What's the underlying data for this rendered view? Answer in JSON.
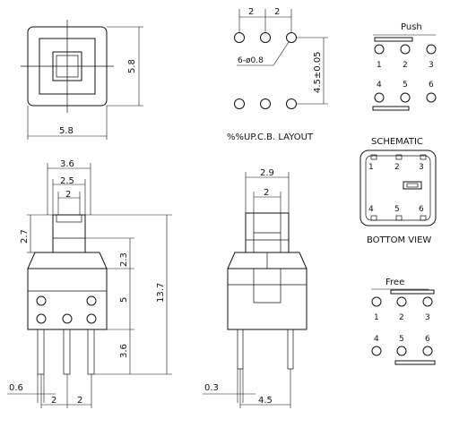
{
  "top_view": {
    "dim_width": "5.8",
    "dim_height": "5.8"
  },
  "pcb_layout": {
    "pitch_a": "2",
    "pitch_b": "2",
    "hole_spec": "6-ø0.8",
    "row_spacing": "4.5±0.05",
    "caption": "%%UP.C.B. LAYOUT"
  },
  "push": {
    "title": "Push",
    "top_labels": [
      "1",
      "2",
      "3"
    ],
    "bottom_labels": [
      "4",
      "5",
      "6"
    ]
  },
  "schematic": {
    "title": "SCHEMATIC",
    "top_labels": [
      "1",
      "2",
      "3"
    ],
    "bottom_labels": [
      "4",
      "5",
      "6"
    ],
    "caption": "BOTTOM VIEW"
  },
  "front_view": {
    "dim_36": "3.6",
    "dim_25": "2.5",
    "dim_2": "2",
    "dim_27": "2.7",
    "dim_23": "2.3",
    "dim_5": "5",
    "dim_137": "13.7",
    "dim_36b": "3.6",
    "dim_06": "0.6",
    "pitch_a": "2",
    "pitch_b": "2"
  },
  "side_view": {
    "dim_29": "2.9",
    "dim_2": "2",
    "dim_03": "0.3",
    "dim_45": "4.5"
  },
  "free": {
    "title": "Free",
    "top_labels": [
      "1",
      "2",
      "3"
    ],
    "bottom_labels": [
      "4",
      "5",
      "6"
    ]
  }
}
